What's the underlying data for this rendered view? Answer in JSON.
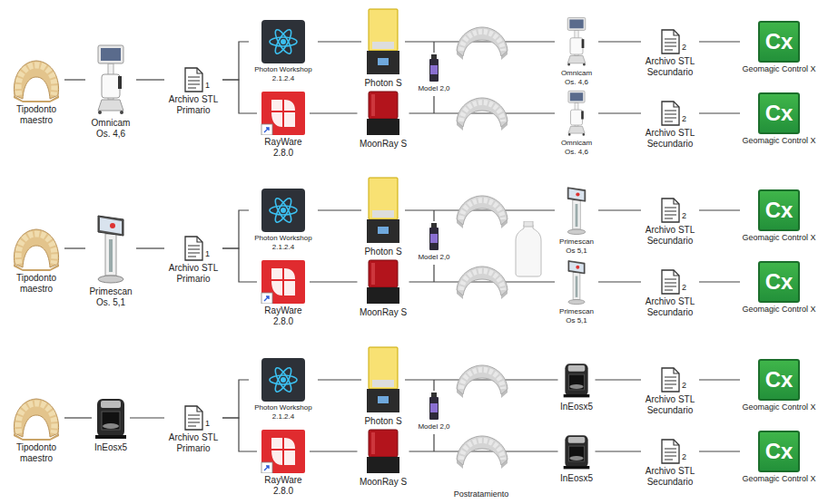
{
  "diagram": {
    "nodes": [
      {
        "text": [
          "Tipodonto maestro"
        ]
      },
      {
        "text": [
          "Omnicam Os. 4,6"
        ]
      },
      {
        "text": [
          "1",
          "Archivo STL Primario"
        ]
      },
      {
        "text": [
          "Photon Workshop 2.1.2.4"
        ]
      },
      {
        "text": [
          "RayWare 2.8.0"
        ]
      },
      {
        "text": [
          "Photon S"
        ]
      },
      {
        "text": [
          "MoonRay S"
        ]
      },
      {
        "text": [
          "Omnicam Os. 4,6"
        ]
      },
      {
        "text": [
          "Omnicam Os. 4,6"
        ]
      },
      {
        "text": [
          "2",
          "Archivo STL Secundario"
        ]
      },
      {
        "text": [
          "2",
          "Archivo STL Secundario"
        ]
      },
      {
        "text": [
          "Cx",
          "Geomagic Control X"
        ]
      },
      {
        "text": [
          "Cx",
          "Geomagic Control X"
        ]
      },
      {
        "text": [
          "Tipodonto maestro"
        ]
      },
      {
        "text": [
          "Primescan Os. 5,1"
        ]
      },
      {
        "text": [
          "1",
          "Archivo STL Primario"
        ]
      },
      {
        "text": [
          "Photon Workshop 2.1.2.4"
        ]
      },
      {
        "text": [
          "RayWare 2.8.0"
        ]
      },
      {
        "text": [
          "Photon S"
        ]
      },
      {
        "text": [
          "MoonRay S"
        ]
      },
      {
        "text": [
          "Primescan Os 5,1"
        ]
      },
      {
        "text": [
          "Primescan Os 5,1"
        ]
      },
      {
        "text": [
          "2",
          "Archivo STL Secundario"
        ]
      },
      {
        "text": [
          "2",
          "Archivo STL Secundario"
        ]
      },
      {
        "text": [
          "Cx",
          "Geomagic Control X"
        ]
      },
      {
        "text": [
          "Cx",
          "Geomagic Control X"
        ]
      },
      {
        "text": [
          "Tipodonto maestro"
        ]
      },
      {
        "text": [
          "InEosx5"
        ]
      },
      {
        "text": [
          "1",
          "Archivo STL Primario"
        ]
      },
      {
        "text": [
          "Photon Workshop 2.1.2.4"
        ]
      },
      {
        "text": [
          "RayWare 2.8.0"
        ]
      },
      {
        "text": [
          "Photon S"
        ]
      },
      {
        "text": [
          "MoonRay S"
        ]
      },
      {
        "text": [
          "InEosx5"
        ]
      },
      {
        "text": [
          "InEosx5"
        ]
      },
      {
        "text": [
          "2",
          "Archivo STL Secundario"
        ]
      },
      {
        "text": [
          "2",
          "Archivo STL Secundario"
        ]
      },
      {
        "text": [
          "Cx",
          "Geomagic Control X"
        ]
      },
      {
        "text": [
          "Cx",
          "Geomagic Control X"
        ]
      }
    ],
    "edges": [
      {
        "from": 0,
        "to": 1,
        "arrow": "none"
      },
      {
        "from": 1,
        "to": 2,
        "arrow": "none"
      },
      {
        "from": 2,
        "to": 3,
        "arrow": "none"
      },
      {
        "from": 2,
        "to": 4,
        "arrow": "none"
      },
      {
        "from": 3,
        "to": 5,
        "arrow": "none"
      },
      {
        "from": 4,
        "to": 6,
        "arrow": "none"
      },
      {
        "from": 5,
        "to": 7,
        "arrow": "none"
      },
      {
        "from": 6,
        "to": 8,
        "arrow": "none"
      },
      {
        "from": 7,
        "to": 9,
        "arrow": "none"
      },
      {
        "from": 8,
        "to": 10,
        "arrow": "none"
      },
      {
        "from": 9,
        "to": 11,
        "arrow": "none"
      },
      {
        "from": 10,
        "to": 12,
        "arrow": "none"
      },
      {
        "from": 13,
        "to": 14,
        "arrow": "none"
      },
      {
        "from": 14,
        "to": 15,
        "arrow": "none"
      },
      {
        "from": 15,
        "to": 16,
        "arrow": "none"
      },
      {
        "from": 15,
        "to": 17,
        "arrow": "none"
      },
      {
        "from": 16,
        "to": 18,
        "arrow": "none"
      },
      {
        "from": 17,
        "to": 19,
        "arrow": "none"
      },
      {
        "from": 18,
        "to": 20,
        "arrow": "none"
      },
      {
        "from": 19,
        "to": 21,
        "arrow": "none"
      },
      {
        "from": 20,
        "to": 22,
        "arrow": "none"
      },
      {
        "from": 21,
        "to": 23,
        "arrow": "none"
      },
      {
        "from": 22,
        "to": 24,
        "arrow": "none"
      },
      {
        "from": 23,
        "to": 25,
        "arrow": "none"
      },
      {
        "from": 26,
        "to": 27,
        "arrow": "none"
      },
      {
        "from": 27,
        "to": 28,
        "arrow": "none"
      },
      {
        "from": 28,
        "to": 29,
        "arrow": "none"
      },
      {
        "from": 28,
        "to": 30,
        "arrow": "none"
      },
      {
        "from": 29,
        "to": 31,
        "arrow": "none"
      },
      {
        "from": 30,
        "to": 32,
        "arrow": "none"
      },
      {
        "from": 31,
        "to": 33,
        "arrow": "none"
      },
      {
        "from": 32,
        "to": 34,
        "arrow": "none"
      },
      {
        "from": 33,
        "to": 35,
        "arrow": "none"
      },
      {
        "from": 34,
        "to": 36,
        "arrow": "none"
      },
      {
        "from": 35,
        "to": 37,
        "arrow": "none"
      },
      {
        "from": 36,
        "to": 38,
        "arrow": "none"
      }
    ],
    "labels": [
      "Model 2,0",
      "Model 2,0",
      "Model 2,0",
      "Postratamiento"
    ]
  }
}
